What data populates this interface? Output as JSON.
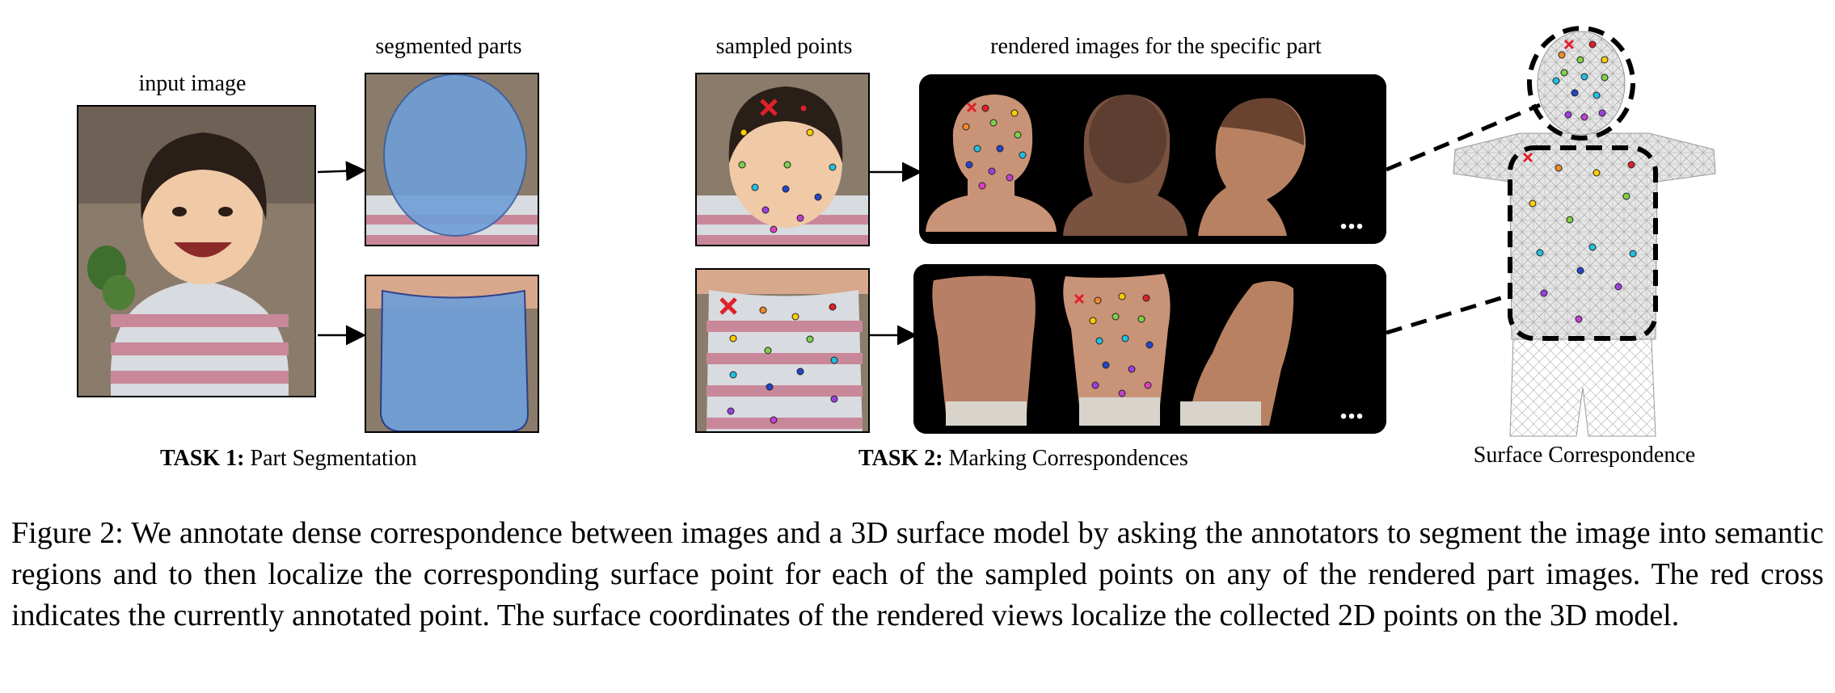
{
  "figure": {
    "labels": {
      "input_image": "input image",
      "segmented_parts": "segmented parts",
      "sampled_points": "sampled points",
      "rendered_images": "rendered images for the specific part",
      "surface_correspondence": "Surface Correspondence",
      "ellipsis_top": "...",
      "ellipsis_bottom": "..."
    },
    "task1": {
      "bold": "TASK 1:",
      "text": " Part Segmentation"
    },
    "task2": {
      "bold": "TASK 2:",
      "text": " Marking Correspondences"
    }
  },
  "caption": "Figure 2: We annotate dense correspondence between images and a 3D surface model by asking the annotators to segment the image into semantic regions and to then localize the corresponding surface point for each of the sampled points on any of the rendered part images. The red cross indicates the currently annotated point. The surface coordinates of the rendered views localize the collected 2D points on the 3D model.",
  "colors": {
    "segment_fill": "#6f9fd8",
    "marker_red": "#e0202a",
    "render_bg": "#000000"
  }
}
